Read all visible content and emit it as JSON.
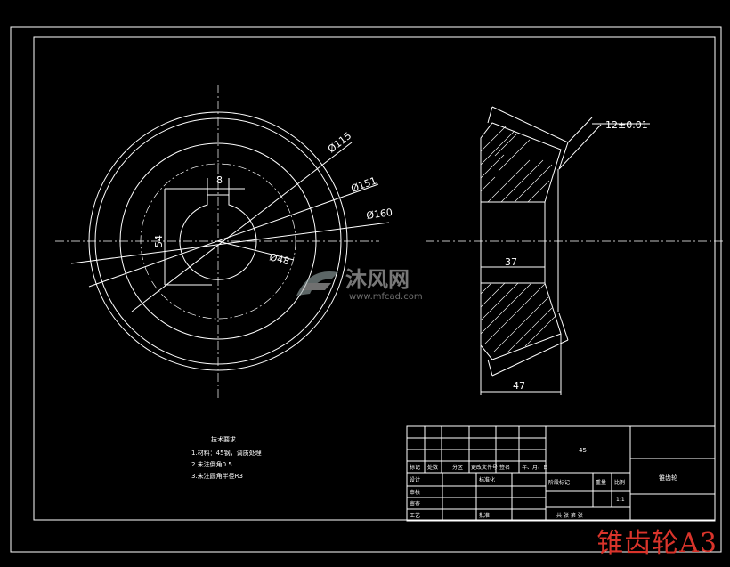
{
  "dimensions": {
    "dia_115": "Ø115",
    "dia_151": "Ø151",
    "dia_160": "Ø160",
    "dia_48": "Ø48",
    "keyway_width": "8",
    "keyway_depth": "54",
    "tolerance": "12±0.01",
    "hub_length": "37",
    "total_length": "47"
  },
  "tech_requirements": {
    "title": "技术要求",
    "items": [
      "1.材料：45钢，调质处理",
      "2.未注倒角0.5",
      "3.未注圆角半径R3"
    ]
  },
  "title_block": {
    "material": "45",
    "part_name": "锥齿轮",
    "scale": "1:1",
    "labels": {
      "mark": "标记",
      "count": "处数",
      "zone": "分区",
      "change_doc": "更改文件号",
      "signature": "签名",
      "date": "年、月、日",
      "design": "设计",
      "standardize": "标准化",
      "stage_mark": "阶段标记",
      "weight": "重量",
      "ratio": "比例",
      "check": "审核",
      "review": "审查",
      "process": "工艺",
      "approve": "批准",
      "sheets": "共 张 第 张"
    }
  },
  "watermark": {
    "main": "沐风网",
    "sub": "www.mfcad.com"
  },
  "corner_title": "锥齿轮A3"
}
